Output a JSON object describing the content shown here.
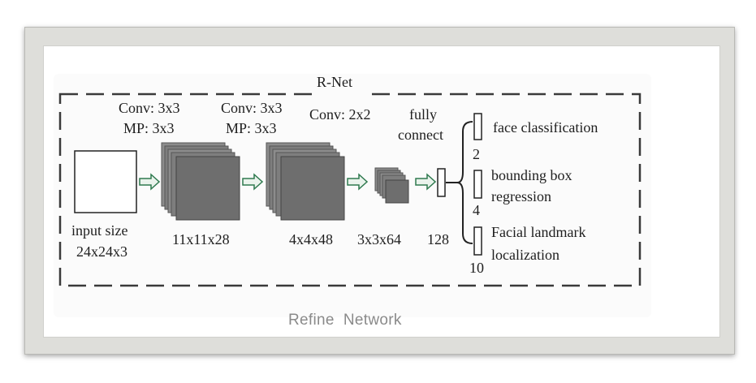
{
  "title": "R-Net",
  "input": {
    "label1": "input size",
    "label2": "24x24x3"
  },
  "stages": [
    {
      "op1": "Conv: 3x3",
      "op2": "MP: 3x3",
      "size": "11x11x28"
    },
    {
      "op1": "Conv: 3x3",
      "op2": "MP: 3x3",
      "size": "4x4x48"
    },
    {
      "op1": "Conv: 2x2",
      "size": "3x3x64"
    }
  ],
  "fc": {
    "label1": "fully",
    "label2": "connect",
    "size": "128"
  },
  "outputs": [
    {
      "line1": "face classification",
      "dim": "2"
    },
    {
      "line1": "bounding box",
      "line2": "regression",
      "dim": "4"
    },
    {
      "line1": "Facial landmark",
      "line2": "localization",
      "dim": "10"
    }
  ],
  "caption": "Refine  Network",
  "colors": {
    "block": "#6e6e6e",
    "arrow": "#2f7a4f",
    "frame": "#dededa"
  }
}
